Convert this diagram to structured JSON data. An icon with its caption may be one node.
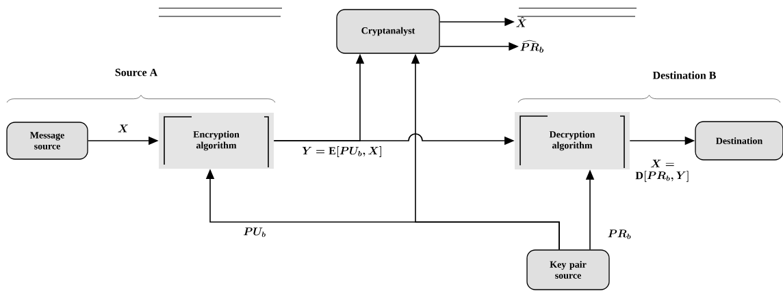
{
  "diagram": {
    "nodes": [
      {
        "text": [
          "Message source"
        ]
      },
      {
        "text": [
          "Encryption algorithm"
        ]
      },
      {
        "text": [
          "Cryptanalyst"
        ]
      },
      {
        "text": [
          "Decryption algorithm"
        ]
      },
      {
        "text": [
          "Destination"
        ]
      },
      {
        "text": [
          "Key pair source"
        ]
      },
      {
        "text": [
          "\\hat{X}"
        ]
      },
      {
        "text": [
          "\\widehat{PR}_b"
        ]
      }
    ],
    "edges": [
      {
        "from": 0,
        "to": 1,
        "arrow": "to",
        "label": "X"
      },
      {
        "from": 1,
        "to": 3,
        "arrow": "to",
        "label": "Y = \\mathrm{E}[PU_b, X]"
      },
      {
        "from": 1,
        "to": 2,
        "arrow": "to"
      },
      {
        "from": 5,
        "to": 2,
        "arrow": "to"
      },
      {
        "from": 5,
        "to": 1,
        "arrow": "to",
        "label": "PU_b"
      },
      {
        "from": 5,
        "to": 3,
        "arrow": "to",
        "label": "PR_b"
      },
      {
        "from": 3,
        "to": 4,
        "arrow": "to",
        "label": "\\begin{array}{c}X =\\\\ \\mathrm{D}[PR_b, Y]\\end{array}"
      },
      {
        "from": 2,
        "to": 6,
        "arrow": "to"
      },
      {
        "from": 2,
        "to": 7,
        "arrow": "to"
      }
    ],
    "labels": [
      "Source A",
      "Destination B"
    ]
  }
}
